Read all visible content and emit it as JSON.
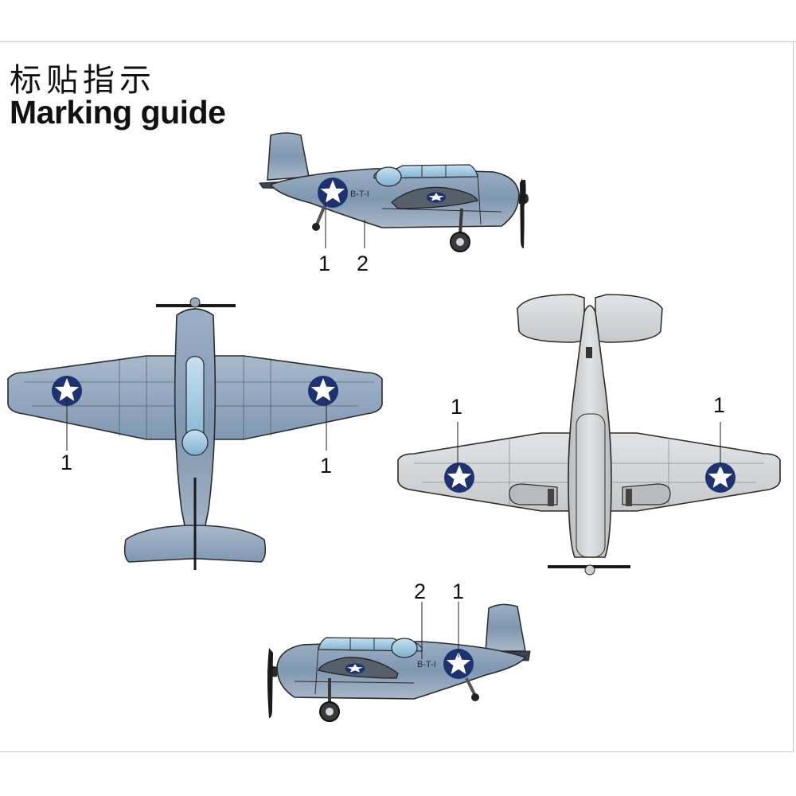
{
  "title_cn": "标贴指示",
  "title_en": "Marking guide",
  "fuselage_code": "B-T-I",
  "callouts": {
    "side_top_left": "1",
    "side_top_right": "2",
    "top_wing_left": "1",
    "top_wing_right": "1",
    "bottom_wing_left": "1",
    "bottom_wing_right": "1",
    "side_bottom_left": "2",
    "side_bottom_right": "1"
  },
  "colors": {
    "upper_surface": "#8fa6bd",
    "lower_surface": "#d9dadb",
    "insignia_blue": "#1f3270",
    "insignia_white": "#ffffff"
  },
  "icons": [
    "star-insignia-icon",
    "propeller-icon",
    "wheel-icon"
  ]
}
